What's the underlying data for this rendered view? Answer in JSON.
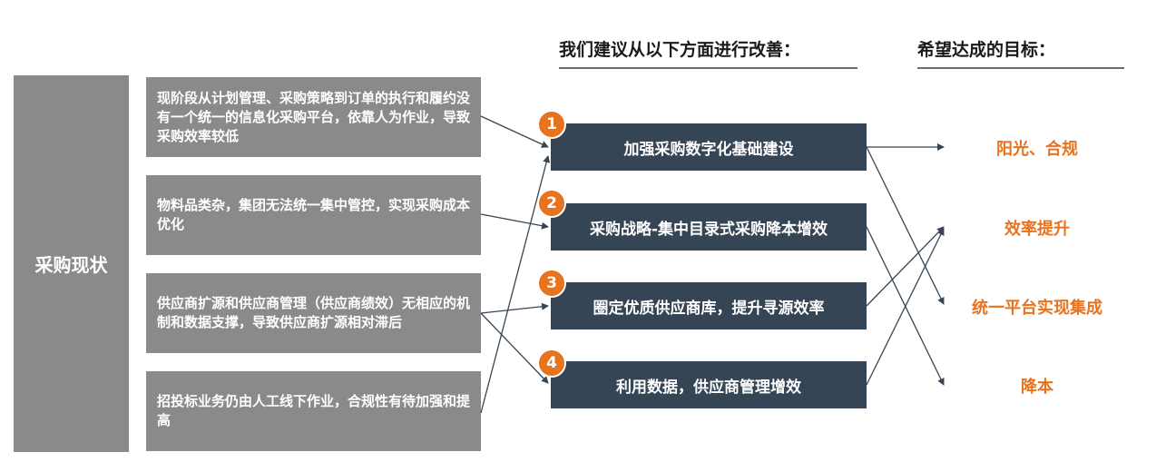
{
  "headings": {
    "proposals": "我们建议从以下方面进行改善：",
    "goals": "希望达成的目标："
  },
  "current_state_label": "采购现状",
  "issues": [
    "现阶段从计划管理、采购策略到订单的执行和履约没有一个统一的信息化采购平台，依靠人为作业，导致采购效率较低",
    "物料品类杂，集团无法统一集中管控，实现采购成本优化",
    "供应商扩源和供应商管理（供应商绩效）无相应的机制和数据支撑，导致供应商扩源相对滞后",
    "招投标业务仍由人工线下作业，合规性有待加强和提高"
  ],
  "proposals": [
    {
      "number": "1",
      "label": "加强采购数字化基础建设"
    },
    {
      "number": "2",
      "label": "采购战略-集中目录式采购降本增效"
    },
    {
      "number": "3",
      "label": "圈定优质供应商库，提升寻源效率"
    },
    {
      "number": "4",
      "label": "利用数据，供应商管理增效"
    }
  ],
  "goals": [
    "阳光、合规",
    "效率提升",
    "统一平台实现集成",
    "降本"
  ],
  "colors": {
    "issue_box": "#8a8a8a",
    "proposal_box": "#364555",
    "accent": "#e8731f",
    "connector": "#364555"
  }
}
